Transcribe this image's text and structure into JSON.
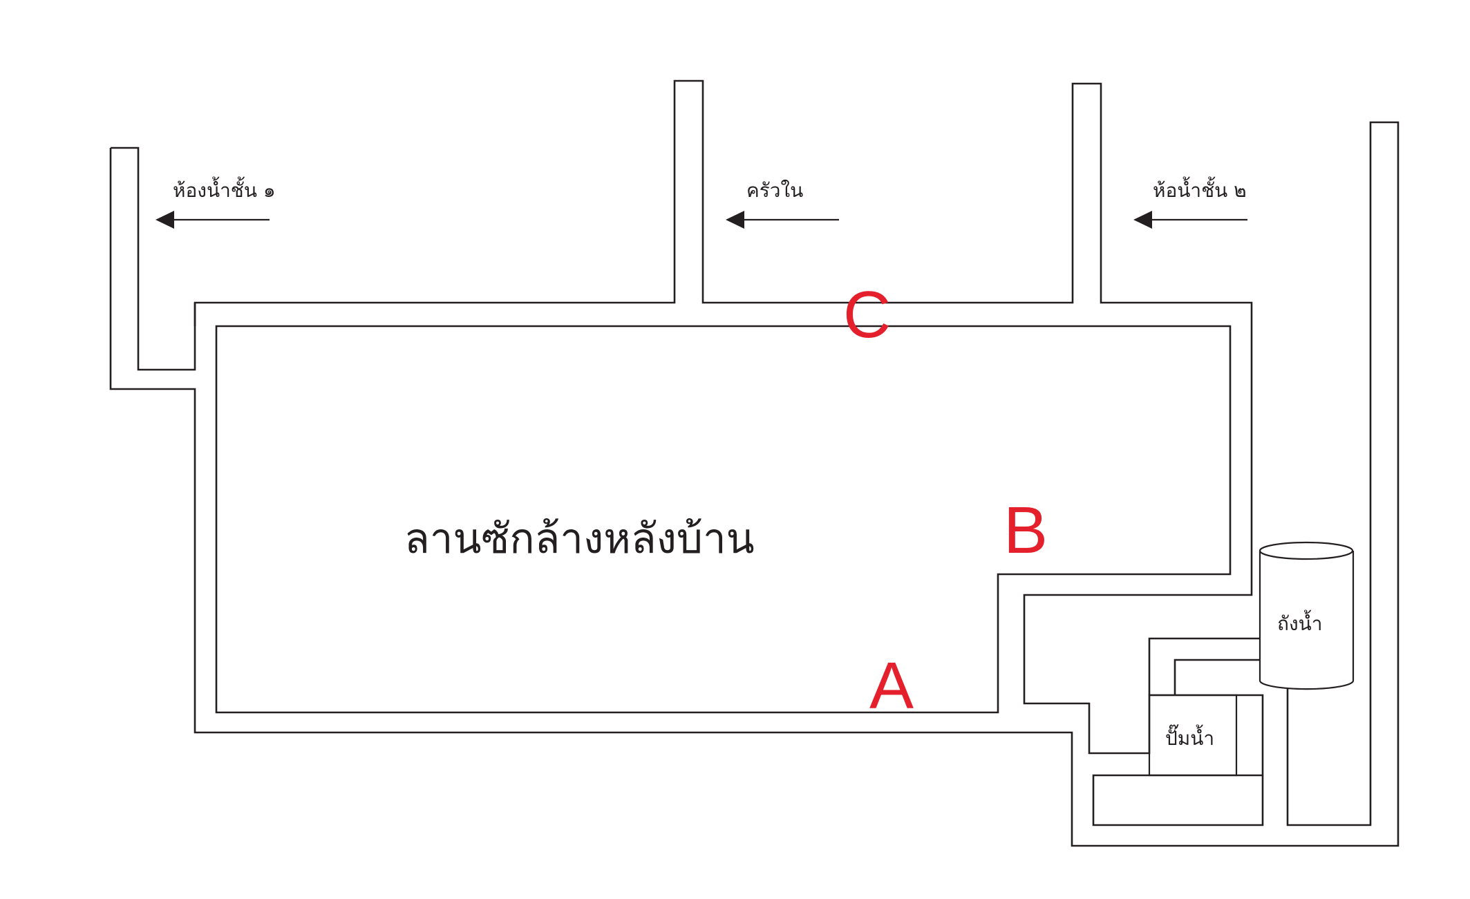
{
  "area_label": "ลานซักล้างหลังบ้าน",
  "destinations": {
    "bathroom_1": "ห้องน้ำชั้น ๑",
    "kitchen": "ครัวใน",
    "bathroom_2": "ห้อน้ำชั้น ๒"
  },
  "equipment": {
    "tank": "ถังน้ำ",
    "pump": "ปั๊มน้ำ"
  },
  "points": {
    "a": "A",
    "b": "B",
    "c": "C"
  },
  "colors": {
    "line": "#231f20",
    "point_label": "#e4202c",
    "background": "#ffffff"
  }
}
